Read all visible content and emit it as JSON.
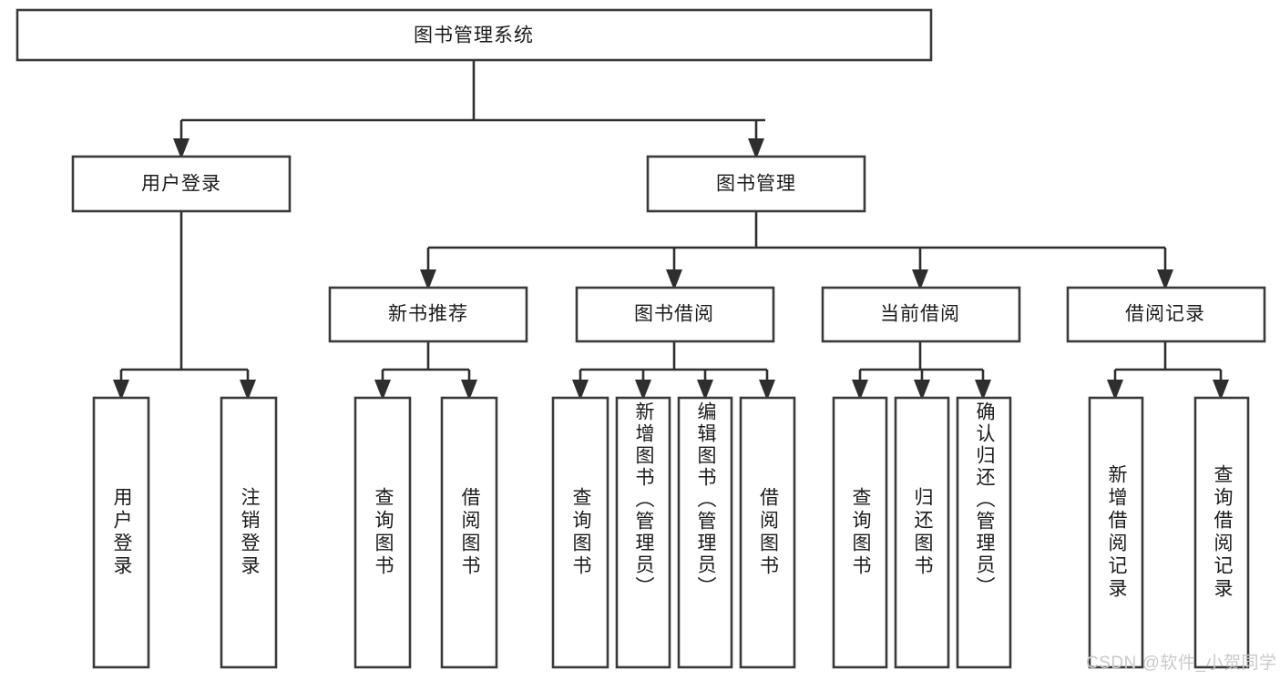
{
  "diagram": {
    "type": "tree",
    "title": "图书管理系统",
    "orientation": "top-down",
    "root": {
      "id": "root",
      "label": "图书管理系统",
      "level": 0
    },
    "level1": [
      {
        "id": "user-login",
        "label": "用户登录"
      },
      {
        "id": "book-manage",
        "label": "图书管理"
      }
    ],
    "level2": [
      {
        "id": "new-book-recommend",
        "label": "新书推荐",
        "parent": "book-manage"
      },
      {
        "id": "book-borrow",
        "label": "图书借阅",
        "parent": "book-manage"
      },
      {
        "id": "current-borrow",
        "label": "当前借阅",
        "parent": "book-manage"
      },
      {
        "id": "borrow-record",
        "label": "借阅记录",
        "parent": "book-manage"
      }
    ],
    "leaves": {
      "user-login": [
        {
          "id": "leaf-user-login",
          "label": "用户登录"
        },
        {
          "id": "leaf-user-logout",
          "label": "注销登录"
        }
      ],
      "new-book-recommend": [
        {
          "id": "leaf-query-book-1",
          "label": "查询图书"
        },
        {
          "id": "leaf-borrow-book-1",
          "label": "借阅图书"
        }
      ],
      "book-borrow": [
        {
          "id": "leaf-query-book-2",
          "label": "查询图书"
        },
        {
          "id": "leaf-add-book",
          "label": "新增图书（管理员）"
        },
        {
          "id": "leaf-edit-book",
          "label": "编辑图书（管理员）"
        },
        {
          "id": "leaf-borrow-book-2",
          "label": "借阅图书"
        }
      ],
      "current-borrow": [
        {
          "id": "leaf-query-book-3",
          "label": "查询图书"
        },
        {
          "id": "leaf-return-book",
          "label": "归还图书"
        },
        {
          "id": "leaf-confirm-return",
          "label": "确认归还（管理员）"
        }
      ],
      "borrow-record": [
        {
          "id": "leaf-add-record",
          "label": "新增借阅记录"
        },
        {
          "id": "leaf-query-record",
          "label": "查询借阅记录"
        }
      ]
    }
  },
  "watermark": {
    "text": "CSDN @软件_小贺同学"
  },
  "colors": {
    "box_stroke": "#3a3a3a",
    "connector": "#2e2e2e",
    "text": "#1b1b1b",
    "background": "#ffffff",
    "watermark": "#c9c9c9"
  }
}
